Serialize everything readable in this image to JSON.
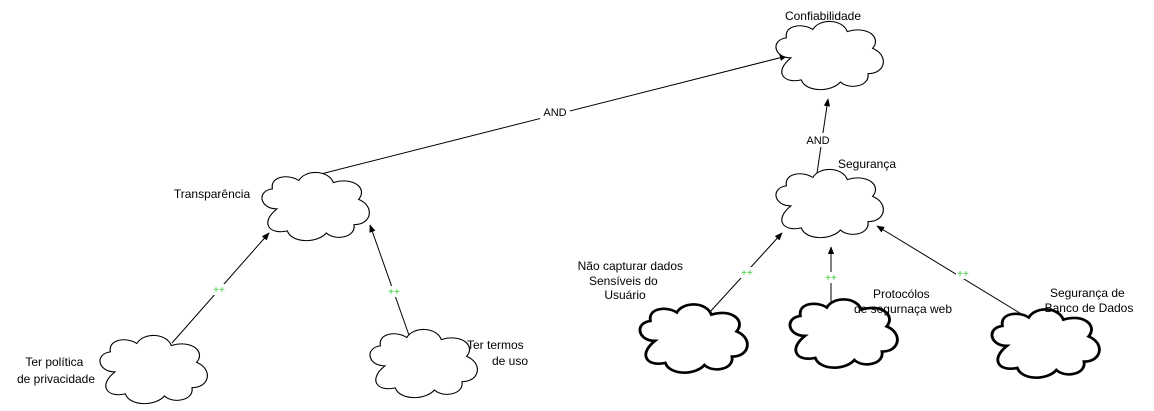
{
  "colors": {
    "line": "#000000",
    "positive": "#33cc33",
    "background": "#ffffff"
  },
  "nodes": {
    "confiabilidade": {
      "label": "Confiabilidade"
    },
    "transparencia": {
      "label": "Transparência"
    },
    "seguranca": {
      "label": "Segurança"
    },
    "politica": {
      "label_lines": [
        "Ter política",
        "de privacidade"
      ]
    },
    "termos": {
      "label_lines": [
        "Ter termos",
        "de uso"
      ]
    },
    "dados_sensiveis": {
      "label_lines": [
        "Não capturar dados",
        "Sensíveis do",
        "Usuário"
      ]
    },
    "protocolos": {
      "label_lines": [
        "Protocólos",
        "de segurnaça web"
      ]
    },
    "banco_dados": {
      "label_lines": [
        "Segurança de",
        "Banco de Dados"
      ]
    }
  },
  "edges": {
    "transparencia_confiabilidade": {
      "label": "AND"
    },
    "seguranca_confiabilidade": {
      "label": "AND"
    },
    "politica_transparencia": {
      "label": "++"
    },
    "termos_transparencia": {
      "label": "++"
    },
    "dados_seguranca": {
      "label": "++"
    },
    "protocolos_seguranca": {
      "label": "++"
    },
    "banco_seguranca": {
      "label": "++"
    }
  }
}
